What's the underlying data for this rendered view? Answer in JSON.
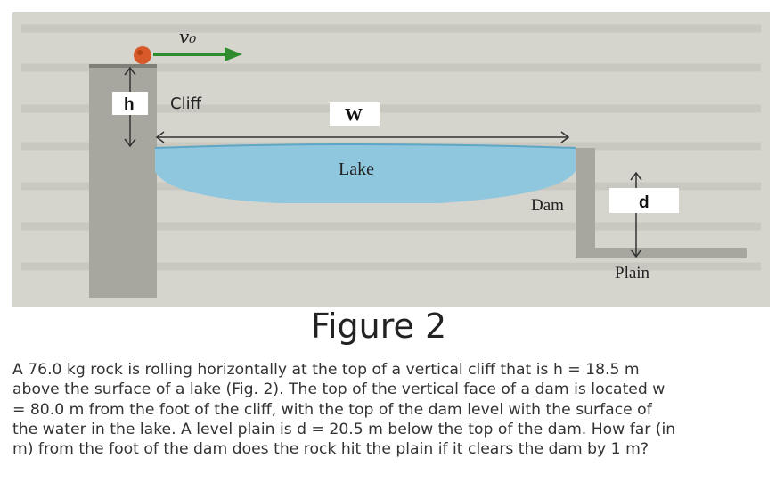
{
  "figure": {
    "labels": {
      "v0": "v₀",
      "h": "h",
      "cliff": "Cliff",
      "w": "W",
      "lake": "Lake",
      "dam": "Dam",
      "d": "d",
      "plain": "Plain"
    },
    "caption": "Figure 2"
  },
  "problem": {
    "text": "A 76.0 kg rock is rolling horizontally at the top of a vertical cliff that is h = 18.5 m above the surface of a lake (Fig. 2). The top of the vertical face of a dam is located w = 80.0 m from the foot of the cliff, with the top of the dam level with the surface of the water in the lake. A level plain is d = 20.5 m below the top of the dam. How far (in m) from the foot of the dam does the rock hit the plain if it clears the dam by 1 m?"
  }
}
